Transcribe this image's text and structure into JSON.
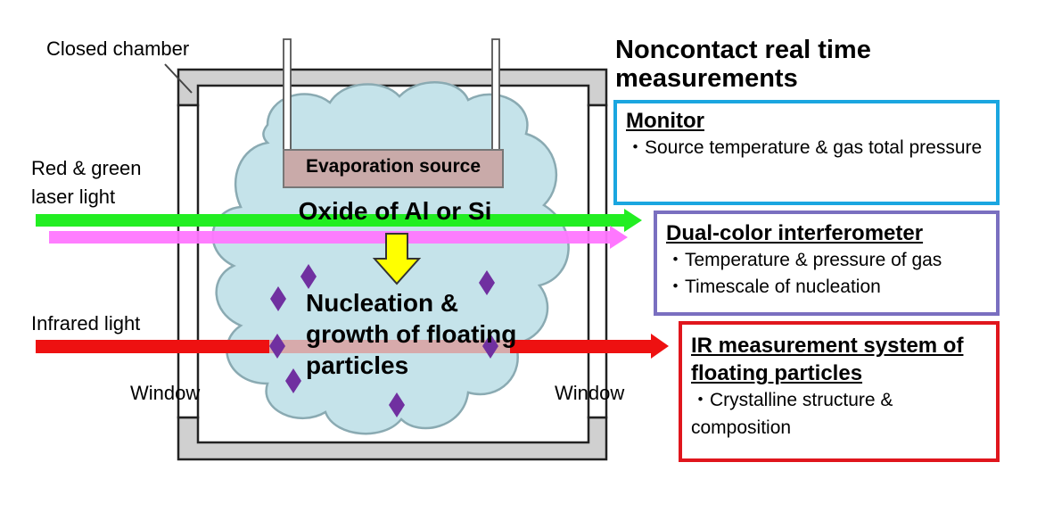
{
  "labels": {
    "closed_chamber": "Closed chamber",
    "red_green_laser": "Red & green laser light",
    "infrared_light": "Infrared light",
    "window_left": "Window",
    "window_right": "Window",
    "evaporation_source": "Evaporation source",
    "oxide": "Oxide of Al or Si",
    "nucleation": "Nucleation & growth of floating particles"
  },
  "measurements": {
    "heading": "Noncontact real time measurements",
    "monitor": {
      "title": "Monitor",
      "lines": [
        "・Source temperature & gas total pressure"
      ],
      "border_color": "#1aa6e0"
    },
    "interferometer": {
      "title": "Dual-color interferometer",
      "lines": [
        "・Temperature & pressure of gas",
        "・Timescale of nucleation"
      ],
      "border_color": "#7a6fc0"
    },
    "ir_system": {
      "title": "IR measurement system of floating particles",
      "lines": [
        "・Crystalline structure & composition"
      ],
      "border_color": "#e0161d"
    }
  },
  "colors": {
    "cloud_fill": "#c5e3ea",
    "cloud_stroke": "#8aaab2",
    "chamber_fill": "#d0d0d0",
    "source_fill": "#c9aaa9",
    "green_beam": "#22ee22",
    "pink_beam": "#ff77ff",
    "red_beam": "#ee1111",
    "arrow_fill": "#ffff00",
    "particle_fill": "#7030a0"
  }
}
